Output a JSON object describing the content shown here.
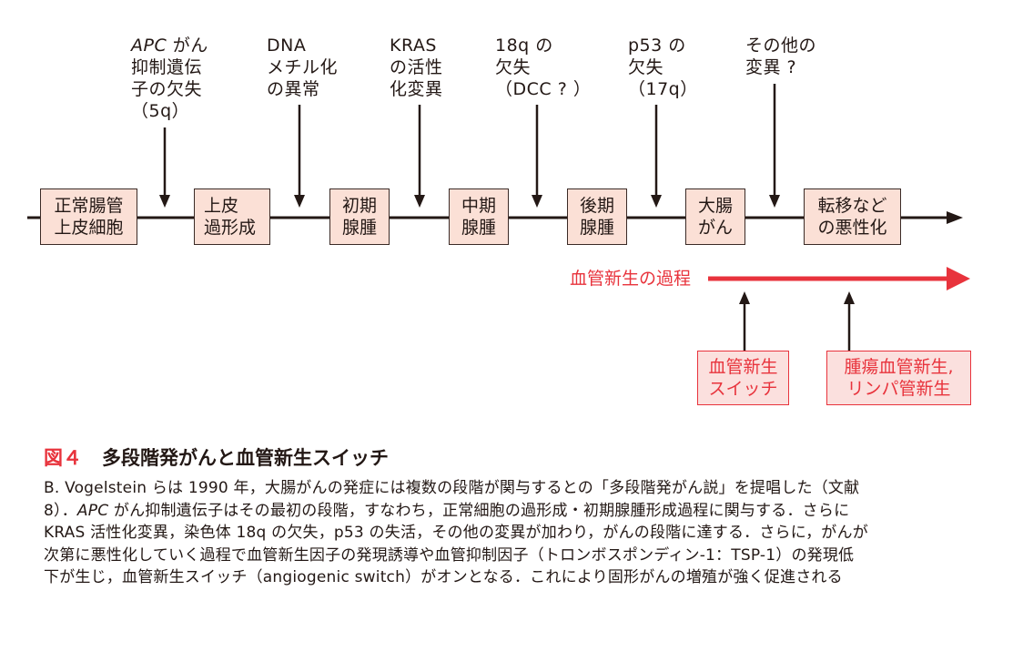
{
  "diagram": {
    "colors": {
      "line": "#231815",
      "stage_fill": "#fbe0d6",
      "accent_red": "#e8333c",
      "red_box_fill": "#fbe0de"
    },
    "stages": [
      {
        "label": "正常腸管\n上皮細胞"
      },
      {
        "label": "上皮\n過形成"
      },
      {
        "label": "初期\n腺腫"
      },
      {
        "label": "中期\n腺腫"
      },
      {
        "label": "後期\n腺腫"
      },
      {
        "label": "大腸\nがん"
      },
      {
        "label": "転移など\nの悪性化"
      }
    ],
    "mutations": [
      {
        "italic_prefix": "APC",
        "label": " がん\n抑制遺伝\n子の欠失\n（5q）"
      },
      {
        "italic_prefix": "",
        "label": "DNA\nメチル化\nの異常"
      },
      {
        "italic_prefix": "",
        "label": "KRAS\nの活性\n化変異"
      },
      {
        "italic_prefix": "",
        "label": "18q の\n欠失\n（DCC ? ）"
      },
      {
        "italic_prefix": "",
        "label": "p53 の\n欠失\n（17q）"
      },
      {
        "italic_prefix": "",
        "label": "その他の\n変異 ?"
      }
    ],
    "angiogenesis": {
      "process_label": "血管新生の過程",
      "events": [
        {
          "label": "血管新生\nスイッチ"
        },
        {
          "label": "腫瘍血管新生,\nリンパ管新生"
        }
      ]
    }
  },
  "caption": {
    "figure_number": "図４",
    "title": "多段階発がんと血管新生スイッチ",
    "body_lines": [
      {
        "italic": "",
        "text": "B. Vogelstein らは 1990 年，大腸がんの発症には複数の段階が関与するとの「多段階発がん説」を提唱した（文献"
      },
      {
        "italic": "APC",
        "prefix": "8）．",
        "text": " がん抑制遺伝子はその最初の段階，すなわち，正常細胞の過形成・初期腺腫形成過程に関与する．さらに"
      },
      {
        "italic": "",
        "text": "KRAS 活性化変異，染色体 18q の欠失，p53 の失活，その他の変異が加わり，がんの段階に達する．さらに，がんが"
      },
      {
        "italic": "",
        "text": "次第に悪性化していく過程で血管新生因子の発現誘導や血管抑制因子（トロンボスポンディン-1：TSP-1）の発現低"
      },
      {
        "italic": "",
        "text": "下が生じ，血管新生スイッチ（angiogenic switch）がオンとなる．これにより固形がんの増殖が強く促進される"
      }
    ]
  }
}
